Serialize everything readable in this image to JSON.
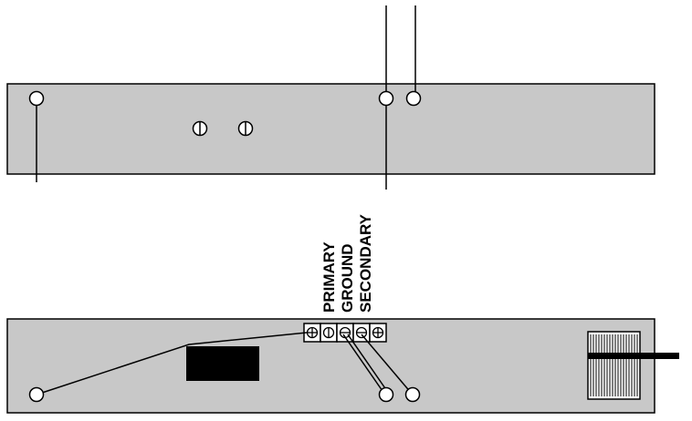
{
  "labels": {
    "primary": "PRIMARY",
    "ground": "GROUND",
    "secondary": "SECONDARY"
  },
  "colors": {
    "panel": "#c8c8c8",
    "stroke": "#000000",
    "block": "#000000",
    "background": "#ffffff"
  },
  "icons": {
    "screw": "slotted-screw-head",
    "terminal": "terminal-screw",
    "hole": "mounting-hole"
  }
}
